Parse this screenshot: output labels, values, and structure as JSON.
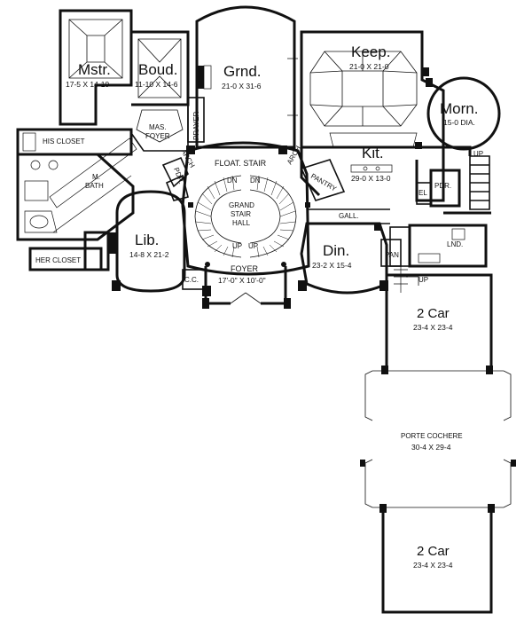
{
  "plan": {
    "title": "Main floor plan",
    "rooms": {
      "mstr": {
        "name": "Mstr.",
        "dim": "17-5 X 14-10"
      },
      "boud": {
        "name": "Boud.",
        "dim": "11-10 X 14-6"
      },
      "grnd": {
        "name": "Grnd.",
        "dim": "21-0 X 31-6"
      },
      "keep": {
        "name": "Keep.",
        "dim": "21-0 X 21-0"
      },
      "morn": {
        "name": "Morn.",
        "dim": "15-0 DIA."
      },
      "kit": {
        "name": "Kit.",
        "dim": "29-0 X 13-0"
      },
      "lib": {
        "name": "Lib.",
        "dim": "14-8 X 21-2"
      },
      "din": {
        "name": "Din.",
        "dim": "23-2 X 15-4"
      },
      "foyer": {
        "name": "FOYER",
        "dim": "17'-0\" X 10'-0\""
      },
      "garage1": {
        "name": "2 Car",
        "dim": "23-4 X 23-4"
      },
      "garage2": {
        "name": "2 Car",
        "dim": "23-4 X 23-4"
      },
      "porte": {
        "name": "PORTE COCHERE",
        "dim": "30-4 X 29-4"
      }
    },
    "labels": {
      "his_closet": "HIS CLOSET",
      "her_closet": "HER CLOSET",
      "m_bath_1": "M.",
      "m_bath_2": "BATH",
      "mas_foyer_1": "MAS.",
      "mas_foyer_2": "FOYER",
      "prayer": "PRAYER",
      "arch_1": "ARCH",
      "arch_2": "ARCH",
      "float_stair": "FLOAT. STAIR",
      "grand_1": "GRAND",
      "grand_2": "STAIR",
      "grand_3": "HALL",
      "dn_1": "DN",
      "dn_2": "DN",
      "up_1": "UP",
      "up_2": "UP",
      "pantry": "PANTRY",
      "gall": "GALL.",
      "pan": "PAN",
      "lnd": "LND.",
      "el": "EL",
      "pdr_1": "PDR.",
      "pdr_2": "PDR.",
      "cc": "C.C.",
      "up_3": "UP",
      "up_4": "UP"
    }
  }
}
